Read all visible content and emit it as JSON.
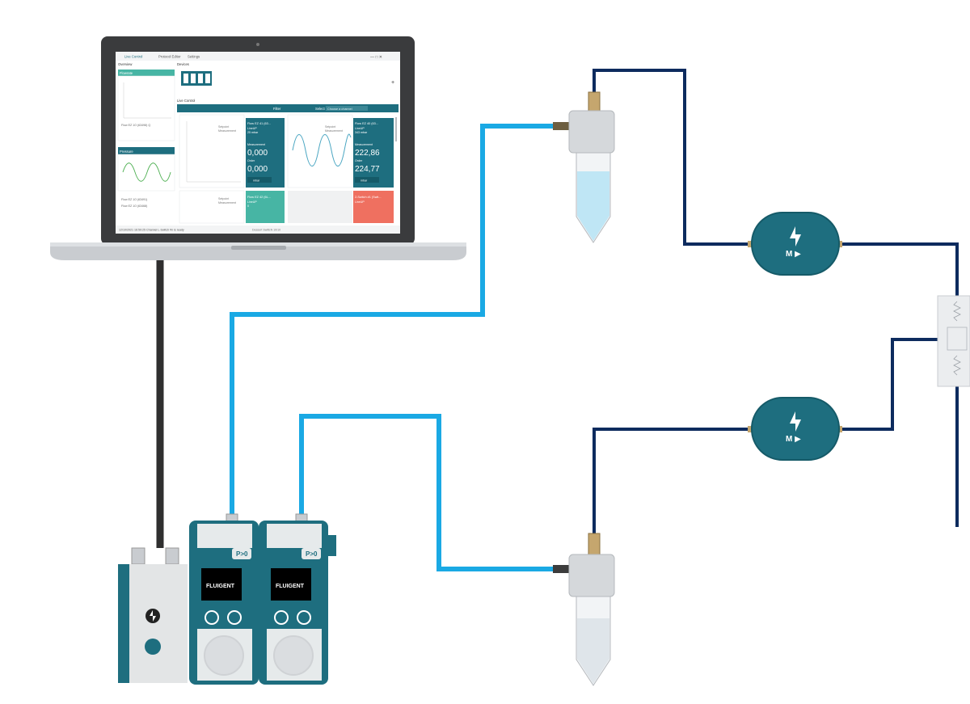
{
  "app": {
    "tabs": [
      "Live Control",
      "Protocol Editor",
      "Settings"
    ],
    "sections": {
      "overview": "Overview",
      "devices": "Devices",
      "live_control": "Live Control"
    },
    "panels": {
      "flowrate": "Flowrate",
      "pressure": "Pressure"
    },
    "overview_legend_flow": "Flow EZ 1O (63498) Q",
    "overview_legend_flow2": "Flow EZ 1O (63491)",
    "overview_legend_flow3": "Flow EZ 1O (63468)",
    "toolbar": {
      "filter": "Filter",
      "select": "Select",
      "channel_placeholder": "Choose a channel"
    },
    "legend": {
      "setpoint": "Setpoint",
      "measurement": "Measurement"
    },
    "cards": [
      {
        "title": "Flow EZ 41 (63...",
        "mode": "LineUP",
        "order_label": "25 mbar",
        "meas_label": "Measurement",
        "meas_value": "0,000",
        "order_text": "Order",
        "order_value": "0,000",
        "unit": "mbar"
      },
      {
        "title": "Flow EZ 40 (63...",
        "mode": "LineUP",
        "order_label": "343 mbar",
        "meas_label": "Measurement",
        "meas_value": "222,86",
        "order_text": "Order",
        "order_value": "224,77",
        "unit": "mbar"
      },
      {
        "title": "Flow EZ 42 (6L...",
        "mode": "LineUP",
        "extra": "0"
      },
      {
        "title": "2-Switch #1 (Swit...",
        "mode": "LineUP"
      }
    ],
    "status_bar": "12/10/2021 16:59:25  Channel L-Switch #n is ready",
    "status_center": "Dessert SwitEN 10/10"
  },
  "devices": {
    "module_badge": "P>0",
    "module_brand": "FLUIGENT",
    "pump_label": "M ▶"
  },
  "colors": {
    "light_tube": "#1aa9e4",
    "dark_tube": "#0d2b5e",
    "teal": "#1e6e7f",
    "teal_dark": "#155a68",
    "panel_grey": "#e3e5e6"
  }
}
